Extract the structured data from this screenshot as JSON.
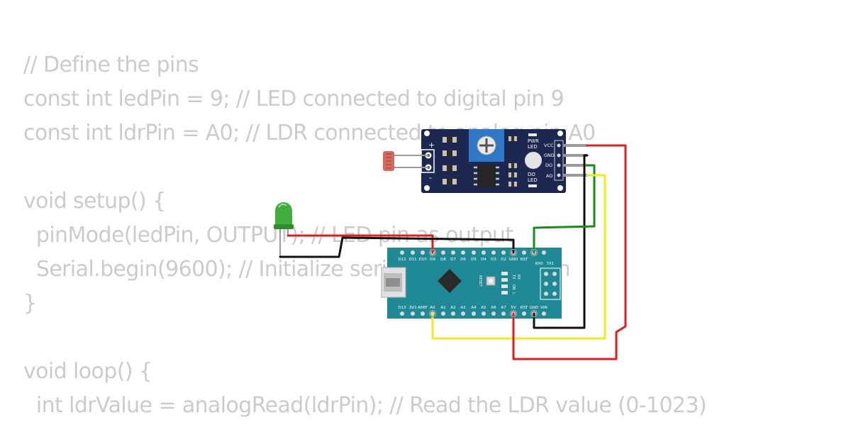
{
  "code_lines": [
    "// Define the pins",
    "const int ledPin = 9; // LED connected to digital pin 9",
    "const int ldrPin = A0; // LDR connected to analog pin A0",
    "",
    "void setup() {",
    "  pinMode(ledPin, OUTPUT); // LED pin as output",
    "  Serial.begin(9600); // Initialize serial communication",
    "}",
    "",
    "void loop() {",
    "  int ldrValue = analogRead(ldrPin); // Read the LDR value (0-1023)"
  ],
  "ldr_module": {
    "plus": "+",
    "minus": "-",
    "pwr_led": [
      "PWR",
      "LED"
    ],
    "do_led": [
      "DO",
      "LED"
    ],
    "pins": [
      "VCC",
      "GND",
      "DO",
      "AO"
    ]
  },
  "arduino_nano": {
    "top_pins": [
      "D12",
      "D11",
      "D10",
      "D9",
      "D8",
      "D7",
      "D6",
      "D5",
      "D4",
      "D3",
      "D2",
      "GND",
      "RST",
      "RX0",
      "TX1"
    ],
    "bottom_pins": [
      "D13",
      "3V3",
      "AREF",
      "A0",
      "A1",
      "A2",
      "A3",
      "A4",
      "A5",
      "A6",
      "A7",
      "5V",
      "RST",
      "GND",
      "VIN"
    ],
    "reset_label": "RESET",
    "led_labels": [
      "TX",
      "RX",
      "ON",
      "L"
    ]
  },
  "colors": {
    "code_text": "#cbcbcb",
    "wire_red": "#e21d1d",
    "wire_black": "#111111",
    "wire_green": "#1a8a1a",
    "wire_yellow": "#f2ea1c",
    "wire_gray": "#9a9a9a",
    "module_board": "#1c2850",
    "nano_board": "#1f8a96",
    "led_green": "#3fae3f"
  }
}
